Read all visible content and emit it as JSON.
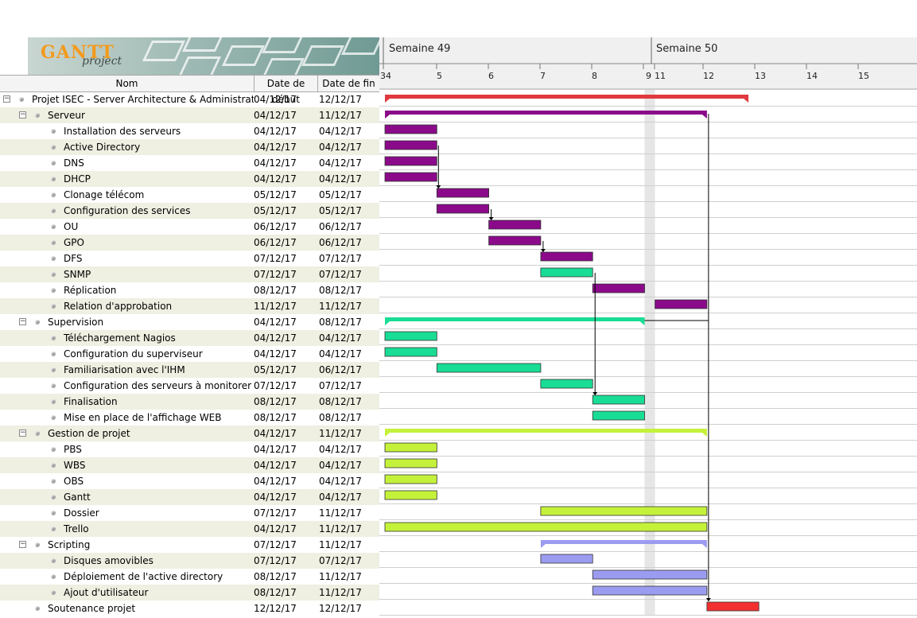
{
  "logo": {
    "brand": "GANTT",
    "sub": "project"
  },
  "columns": {
    "name": "Nom",
    "start": "Date de début",
    "end": "Date de fin"
  },
  "timeline": {
    "weeks": [
      "Semaine 49",
      "Semaine 50"
    ],
    "days": [
      "34",
      "5",
      "6",
      "7",
      "8",
      "9",
      "11",
      "12",
      "13",
      "14",
      "15"
    ]
  },
  "tasks": [
    {
      "name": "Projet ISEC - Server Architecture & Administration",
      "start": "04/12/17",
      "end": "12/12/17",
      "level": 0,
      "group": true,
      "color": "#e0393f",
      "bar": [
        0,
        7
      ]
    },
    {
      "name": "Serveur",
      "start": "04/12/17",
      "end": "11/12/17",
      "level": 1,
      "group": true,
      "color": "#8a0a8a",
      "bar": [
        0,
        6.2
      ]
    },
    {
      "name": "Installation des serveurs",
      "start": "04/12/17",
      "end": "04/12/17",
      "level": 2,
      "color": "#8a0a8a",
      "bar": [
        0,
        1
      ]
    },
    {
      "name": "Active Directory",
      "start": "04/12/17",
      "end": "04/12/17",
      "level": 2,
      "color": "#8a0a8a",
      "bar": [
        0,
        1
      ]
    },
    {
      "name": "DNS",
      "start": "04/12/17",
      "end": "04/12/17",
      "level": 2,
      "color": "#8a0a8a",
      "bar": [
        0,
        1
      ]
    },
    {
      "name": "DHCP",
      "start": "04/12/17",
      "end": "04/12/17",
      "level": 2,
      "color": "#8a0a8a",
      "bar": [
        0,
        1
      ]
    },
    {
      "name": "Clonage télécom",
      "start": "05/12/17",
      "end": "05/12/17",
      "level": 2,
      "color": "#8a0a8a",
      "bar": [
        1,
        2
      ]
    },
    {
      "name": "Configuration des services",
      "start": "05/12/17",
      "end": "05/12/17",
      "level": 2,
      "color": "#8a0a8a",
      "bar": [
        1,
        2
      ]
    },
    {
      "name": "OU",
      "start": "06/12/17",
      "end": "06/12/17",
      "level": 2,
      "color": "#8a0a8a",
      "bar": [
        2,
        3
      ]
    },
    {
      "name": "GPO",
      "start": "06/12/17",
      "end": "06/12/17",
      "level": 2,
      "color": "#8a0a8a",
      "bar": [
        2,
        3
      ]
    },
    {
      "name": "DFS",
      "start": "07/12/17",
      "end": "07/12/17",
      "level": 2,
      "color": "#8a0a8a",
      "bar": [
        3,
        4
      ]
    },
    {
      "name": "SNMP",
      "start": "07/12/17",
      "end": "07/12/17",
      "level": 2,
      "color": "#19dc95",
      "bar": [
        3,
        4
      ]
    },
    {
      "name": "Réplication",
      "start": "08/12/17",
      "end": "08/12/17",
      "level": 2,
      "color": "#8a0a8a",
      "bar": [
        4,
        5
      ]
    },
    {
      "name": "Relation d'approbation",
      "start": "11/12/17",
      "end": "11/12/17",
      "level": 2,
      "color": "#8a0a8a",
      "bar": [
        5.2,
        6.2
      ]
    },
    {
      "name": "Supervision",
      "start": "04/12/17",
      "end": "08/12/17",
      "level": 1,
      "group": true,
      "color": "#19dc95",
      "bar": [
        0,
        5
      ]
    },
    {
      "name": "Téléchargement  Nagios",
      "start": "04/12/17",
      "end": "04/12/17",
      "level": 2,
      "color": "#19dc95",
      "bar": [
        0,
        1
      ]
    },
    {
      "name": "Configuration du superviseur",
      "start": "04/12/17",
      "end": "04/12/17",
      "level": 2,
      "color": "#19dc95",
      "bar": [
        0,
        1
      ]
    },
    {
      "name": "Familiarisation avec l'IHM",
      "start": "05/12/17",
      "end": "06/12/17",
      "level": 2,
      "color": "#19dc95",
      "bar": [
        1,
        3
      ]
    },
    {
      "name": "Configuration des serveurs à monitorer",
      "start": "07/12/17",
      "end": "07/12/17",
      "level": 2,
      "color": "#19dc95",
      "bar": [
        3,
        4
      ]
    },
    {
      "name": "Finalisation",
      "start": "08/12/17",
      "end": "08/12/17",
      "level": 2,
      "color": "#19dc95",
      "bar": [
        4,
        5
      ]
    },
    {
      "name": "Mise en place de l'affichage WEB",
      "start": "08/12/17",
      "end": "08/12/17",
      "level": 2,
      "color": "#19dc95",
      "bar": [
        4,
        5
      ]
    },
    {
      "name": "Gestion de projet",
      "start": "04/12/17",
      "end": "11/12/17",
      "level": 1,
      "group": true,
      "color": "#c4f23a",
      "bar": [
        0,
        6.2
      ]
    },
    {
      "name": "PBS",
      "start": "04/12/17",
      "end": "04/12/17",
      "level": 2,
      "color": "#c4f23a",
      "bar": [
        0,
        1
      ]
    },
    {
      "name": "WBS",
      "start": "04/12/17",
      "end": "04/12/17",
      "level": 2,
      "color": "#c4f23a",
      "bar": [
        0,
        1
      ]
    },
    {
      "name": "OBS",
      "start": "04/12/17",
      "end": "04/12/17",
      "level": 2,
      "color": "#c4f23a",
      "bar": [
        0,
        1
      ]
    },
    {
      "name": "Gantt",
      "start": "04/12/17",
      "end": "04/12/17",
      "level": 2,
      "color": "#c4f23a",
      "bar": [
        0,
        1
      ]
    },
    {
      "name": "Dossier",
      "start": "07/12/17",
      "end": "11/12/17",
      "level": 2,
      "color": "#c4f23a",
      "bar": [
        3,
        6.2
      ]
    },
    {
      "name": "Trello",
      "start": "04/12/17",
      "end": "11/12/17",
      "level": 2,
      "color": "#c4f23a",
      "bar": [
        0,
        6.2
      ]
    },
    {
      "name": "Scripting",
      "start": "07/12/17",
      "end": "11/12/17",
      "level": 1,
      "group": true,
      "color": "#9b9cf0",
      "bar": [
        3,
        6.2
      ]
    },
    {
      "name": "Disques amovibles",
      "start": "07/12/17",
      "end": "07/12/17",
      "level": 2,
      "color": "#9b9cf0",
      "bar": [
        3,
        4
      ]
    },
    {
      "name": "Déploiement de l'active directory",
      "start": "08/12/17",
      "end": "11/12/17",
      "level": 2,
      "color": "#9b9cf0",
      "bar": [
        4,
        6.2
      ]
    },
    {
      "name": "Ajout d'utilisateur",
      "start": "08/12/17",
      "end": "11/12/17",
      "level": 2,
      "color": "#9b9cf0",
      "bar": [
        4,
        6.2
      ]
    },
    {
      "name": "Soutenance projet",
      "start": "12/12/17",
      "end": "12/12/17",
      "level": 1,
      "color": "#f23030",
      "bar": [
        6.2,
        7.2
      ]
    }
  ]
}
